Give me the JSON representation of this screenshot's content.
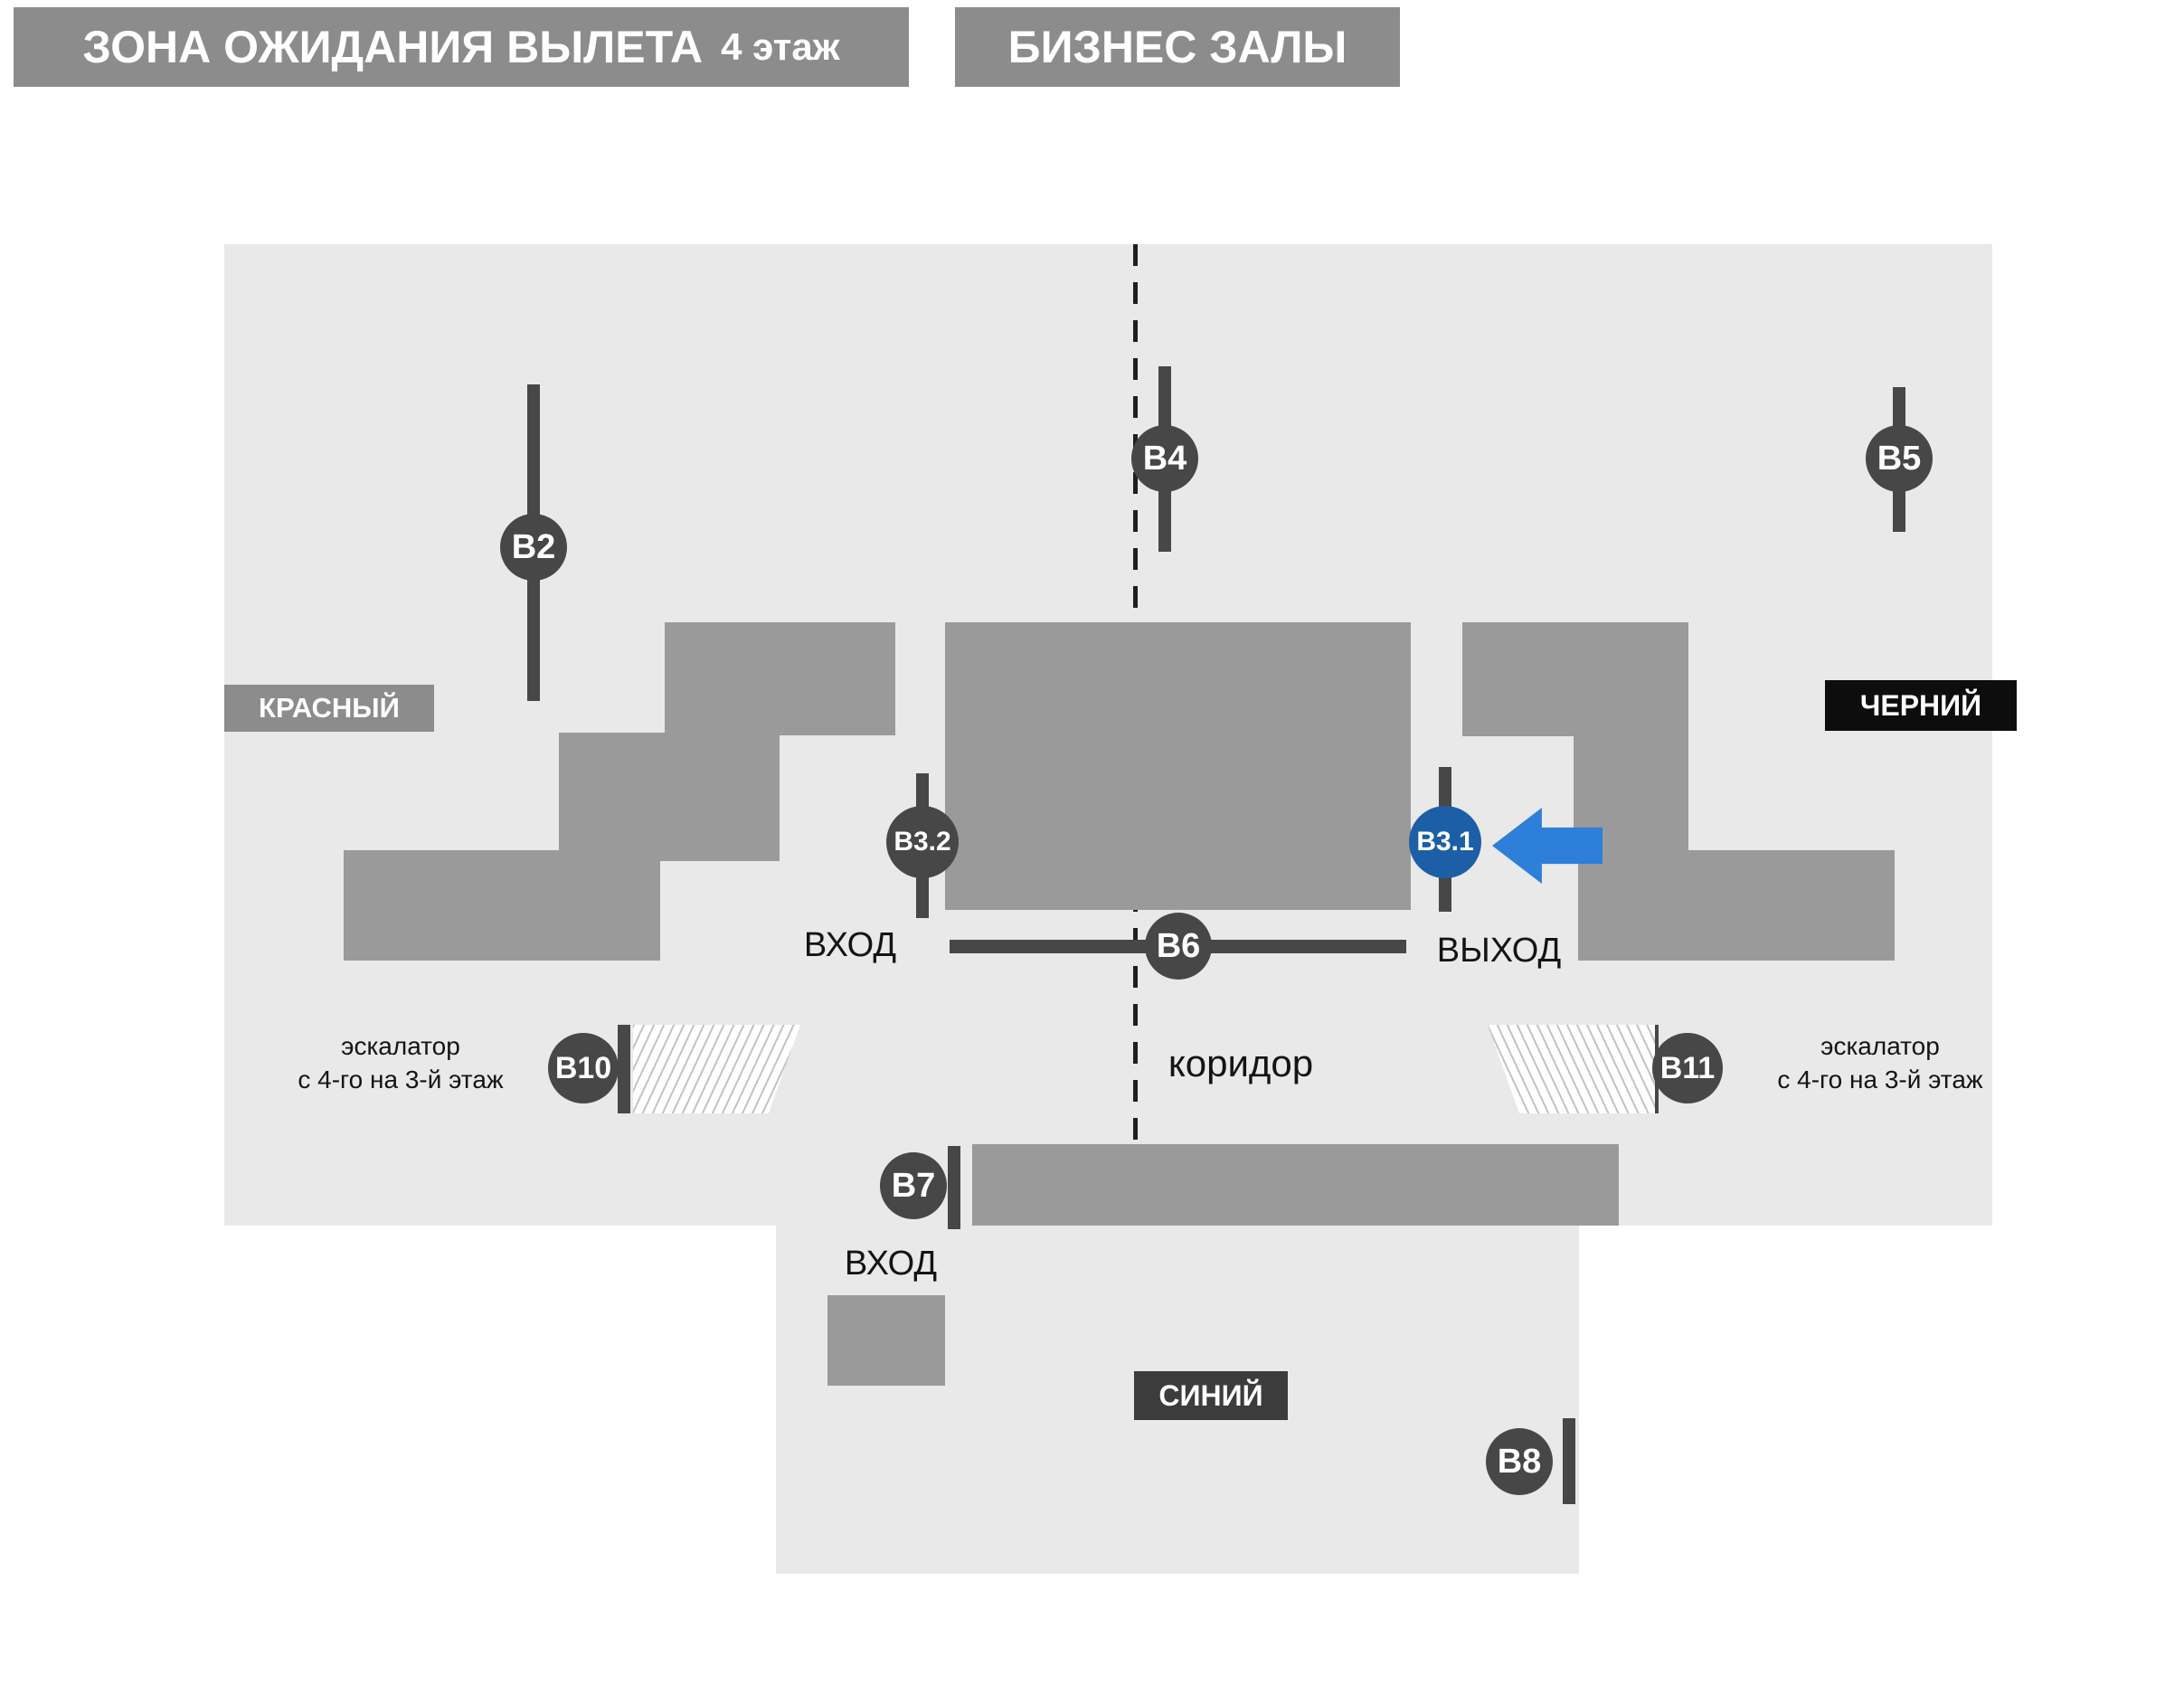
{
  "header": {
    "zone_title_main": "ЗОНА ОЖИДАНИЯ ВЫЛЕТА",
    "zone_title_floor": "4 этаж",
    "lounges_title": "БИЗНЕС ЗАЛЫ"
  },
  "map": {
    "sectors": {
      "red": "КРАСНЫЙ",
      "black": "ЧЕРНИЙ",
      "blue": "СИНИЙ"
    },
    "gates": {
      "b2": "B2",
      "b4": "B4",
      "b5": "B5",
      "b3_2": "B3.2",
      "b3_1": "B3.1",
      "b6": "B6",
      "b7": "B7",
      "b8": "B8",
      "b10": "B10",
      "b11": "B11"
    },
    "labels": {
      "entrance_top": "ВХОД",
      "exit": "ВЫХОД",
      "corridor": "коридор",
      "entrance_bottom": "ВХОД",
      "escalator_line1": "эскалатор",
      "escalator_line2": "с 4-го на 3-й этаж"
    },
    "colors": {
      "floor": "#e9e9e9",
      "building": "#9a9a9a",
      "gate": "#474747",
      "highlight_gate": "#1d5fa6",
      "arrow": "#2e7fd9",
      "badge_gray": "#8c8c8c",
      "badge_black": "#0d0d0d",
      "badge_dark": "#3c3c3c"
    }
  }
}
